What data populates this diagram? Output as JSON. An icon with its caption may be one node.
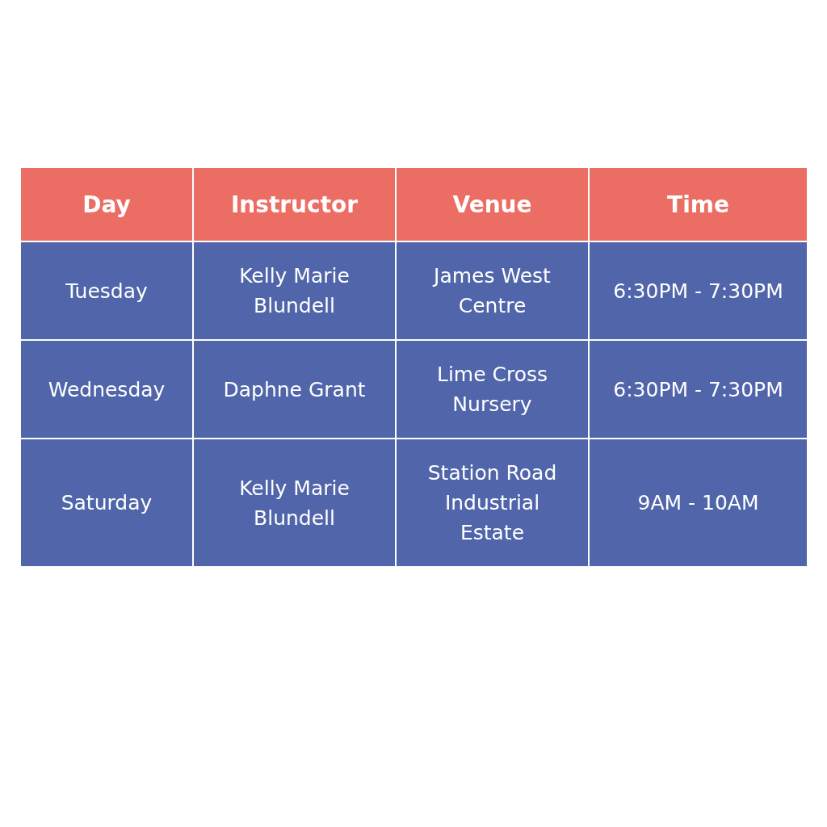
{
  "diagram": {
    "labels": [
      "Day",
      "Instructor",
      "Venue",
      "Time",
      "Tuesday",
      "Kelly Marie Blundell",
      "James West Centre",
      "6:30PM - 7:30PM",
      "Wednesday",
      "Daphne Grant",
      "Lime Cross Nursery",
      "6:30PM - 7:30PM",
      "Saturday",
      "Kelly Marie Blundell",
      "Station Road Industrial Estate",
      "9AM - 10AM"
    ]
  }
}
